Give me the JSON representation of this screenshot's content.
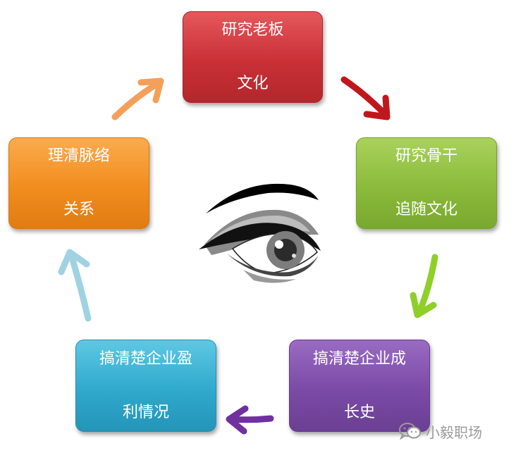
{
  "boxes": {
    "red": {
      "line1": "研究老板",
      "line2": "文化"
    },
    "green": {
      "line1": "研究骨干",
      "line2": "追随文化"
    },
    "purple": {
      "line1": "搞清楚企业成",
      "line2": "长史"
    },
    "cyan": {
      "line1": "搞清楚企业盈",
      "line2": "利情况"
    },
    "orange": {
      "line1": "理清脉络",
      "line2": "关系"
    }
  },
  "colors": {
    "red": "#c93036",
    "green": "#8bbb3b",
    "purple": "#7a4ba6",
    "cyan": "#2fa9cd",
    "orange": "#f28c1e",
    "arrow_red": "#c0171d",
    "arrow_green": "#8fcf2a",
    "arrow_purple": "#7030a0",
    "arrow_cyan": "#9fd3e2",
    "arrow_orange": "#f5a05a"
  },
  "center_icon": "eye-icon",
  "watermark": {
    "icon": "wechat-icon",
    "text": "小毅职场"
  }
}
